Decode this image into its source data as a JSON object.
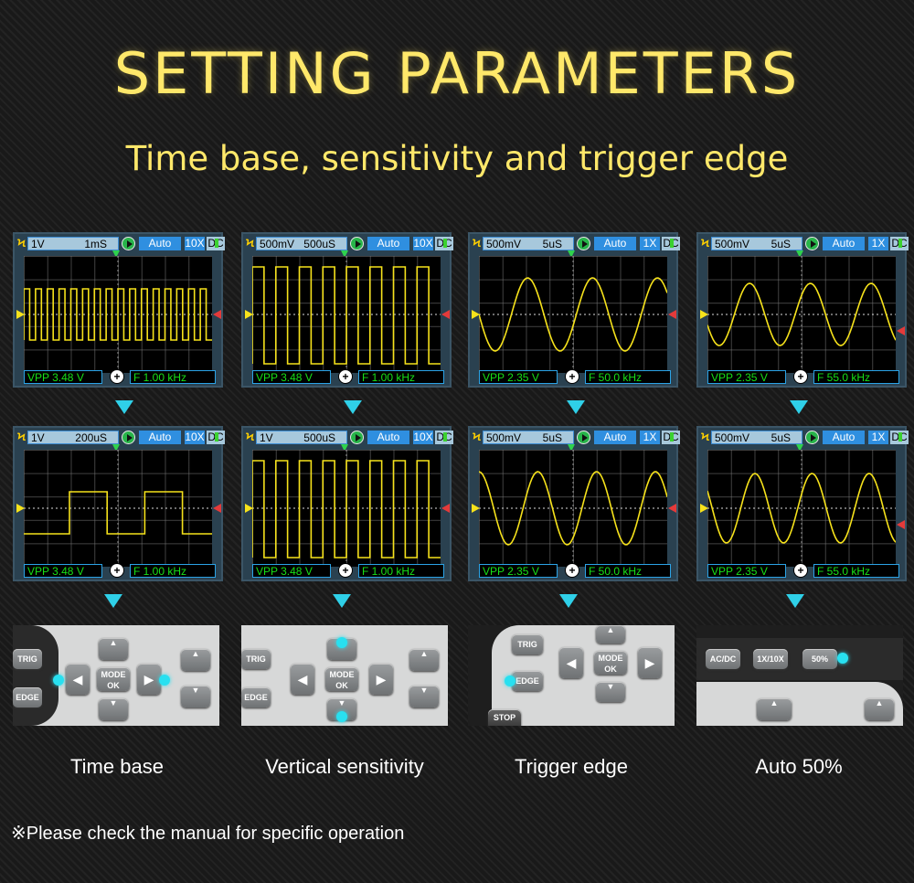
{
  "title": "SETTING PARAMETERS",
  "subtitle": "Time base, sensitivity and trigger edge",
  "screens": [
    {
      "volt": "1V",
      "time": "1mS",
      "mode": "Auto",
      "probe": "10X",
      "coupling": "DC",
      "vpp": "VPP 3.48  V",
      "freq": "F  1.00  kHz"
    },
    {
      "volt": "500mV",
      "time": "500uS",
      "mode": "Auto",
      "probe": "10X",
      "coupling": "DC",
      "vpp": "VPP 3.48  V",
      "freq": "F  1.00  kHz"
    },
    {
      "volt": "500mV",
      "time": "5uS",
      "mode": "Auto",
      "probe": "1X",
      "coupling": "DC",
      "vpp": "VPP 2.35  V",
      "freq": "F  50.0  kHz"
    },
    {
      "volt": "500mV",
      "time": "5uS",
      "mode": "Auto",
      "probe": "1X",
      "coupling": "DC",
      "vpp": "VPP 2.35  V",
      "freq": "F  55.0  kHz"
    },
    {
      "volt": "1V",
      "time": "200uS",
      "mode": "Auto",
      "probe": "10X",
      "coupling": "DC",
      "vpp": "VPP 3.48  V",
      "freq": "F  1.00  kHz"
    },
    {
      "volt": "1V",
      "time": "500uS",
      "mode": "Auto",
      "probe": "10X",
      "coupling": "DC",
      "vpp": "VPP 3.48  V",
      "freq": "F  1.00  kHz"
    },
    {
      "volt": "500mV",
      "time": "5uS",
      "mode": "Auto",
      "probe": "1X",
      "coupling": "DC",
      "vpp": "VPP 2.35  V",
      "freq": "F  50.0  kHz"
    },
    {
      "volt": "500mV",
      "time": "5uS",
      "mode": "Auto",
      "probe": "1X",
      "coupling": "DC",
      "vpp": "VPP 2.35  V",
      "freq": "F  55.0  kHz"
    }
  ],
  "keys": {
    "trig": "TRIG",
    "edge": "EDGE",
    "mode_ok": "MODE OK",
    "stop": "STOP",
    "acdc": "AC/DC",
    "probe": "1X/10X",
    "fifty": "50%"
  },
  "captions": [
    "Time base",
    "Vertical sensitivity",
    "Trigger edge",
    "Auto 50%"
  ],
  "note": "※Please check the manual for specific operation",
  "colors": {
    "accent": "#ffe86a",
    "trace": "#f6e21b",
    "arrow": "#2fd0e8",
    "ok": "#17e017"
  }
}
